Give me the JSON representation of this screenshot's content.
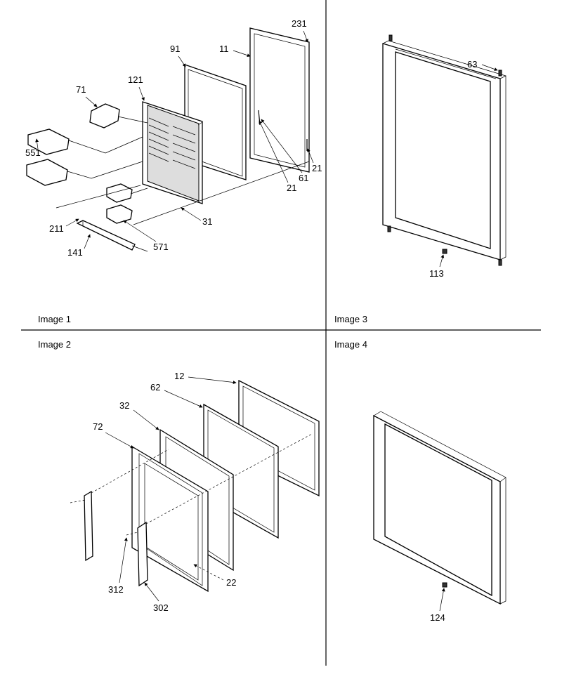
{
  "captions": {
    "image1": "Image 1",
    "image2": "Image 2",
    "image3": "Image 3",
    "image4": "Image 4"
  },
  "callouts": {
    "image1": [
      "231",
      "91",
      "11",
      "121",
      "71",
      "551",
      "61",
      "21",
      "21",
      "31",
      "211",
      "571",
      "141"
    ],
    "image2": [
      "12",
      "62",
      "32",
      "72",
      "22",
      "312",
      "302"
    ],
    "image3": [
      "63",
      "113"
    ],
    "image4": [
      "124"
    ]
  }
}
